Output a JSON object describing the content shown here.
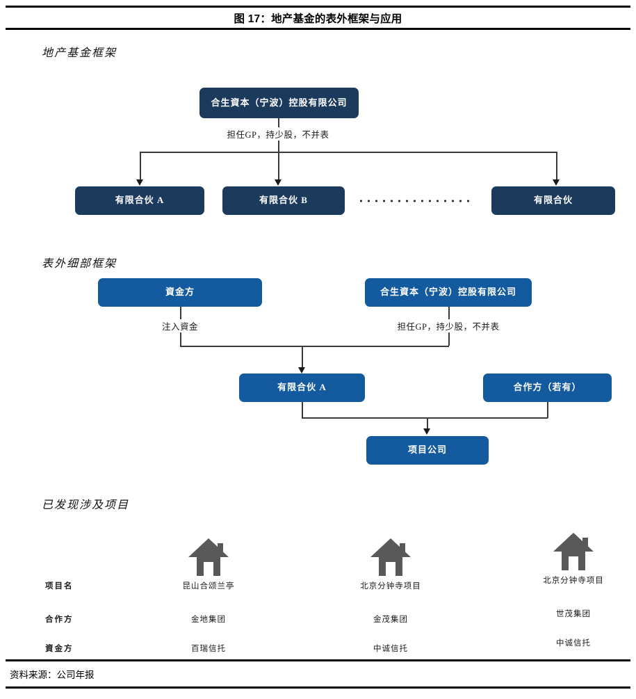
{
  "figure": {
    "title": "图 17：地产基金的表外框架与应用",
    "source": "资料来源：公司年报"
  },
  "sections": {
    "one": {
      "caption": "地产基金框架"
    },
    "two": {
      "caption": "表外细部框架"
    },
    "three": {
      "caption": "已发现涉及项目"
    }
  },
  "diagram_one": {
    "top_box": "合生資本（宁波）控股有限公司",
    "edge_label": "担任GP，持少股，不并表",
    "partners": [
      {
        "label": "有限合伙 A"
      },
      {
        "label": "有限合伙 B"
      },
      {
        "label": "有限合伙"
      }
    ],
    "ellipsis_icon": "dotted-line"
  },
  "diagram_two": {
    "fund_box": "資金方",
    "sponsor_box": "合生資本（宁波）控股有限公司",
    "fund_edge_label": "注入資金",
    "sponsor_edge_label": "担任GP，持少股，不并表",
    "lp_box": "有限合伙 A",
    "partner_box": "合作方（若有）",
    "project_box": "项目公司"
  },
  "projects": {
    "row_labels": [
      "项目名",
      "合作方",
      "資金方"
    ],
    "columns": [
      {
        "icon": "house-icon",
        "project_name": "昆山合颂兰亭",
        "partner": "金地集团",
        "funder": "百瑞信托"
      },
      {
        "icon": "house-icon",
        "project_name": "北京分钟寺项目",
        "partner": "金茂集团",
        "funder": "中诚信托"
      },
      {
        "icon": "house-icon",
        "project_name": "北京分钟寺项目",
        "partner": "世茂集团",
        "funder": "中诚信托"
      }
    ]
  },
  "colors": {
    "navy": "#1B3A5C",
    "blue": "#145A9E",
    "house_gray": "#595959",
    "rule": "#000000"
  }
}
